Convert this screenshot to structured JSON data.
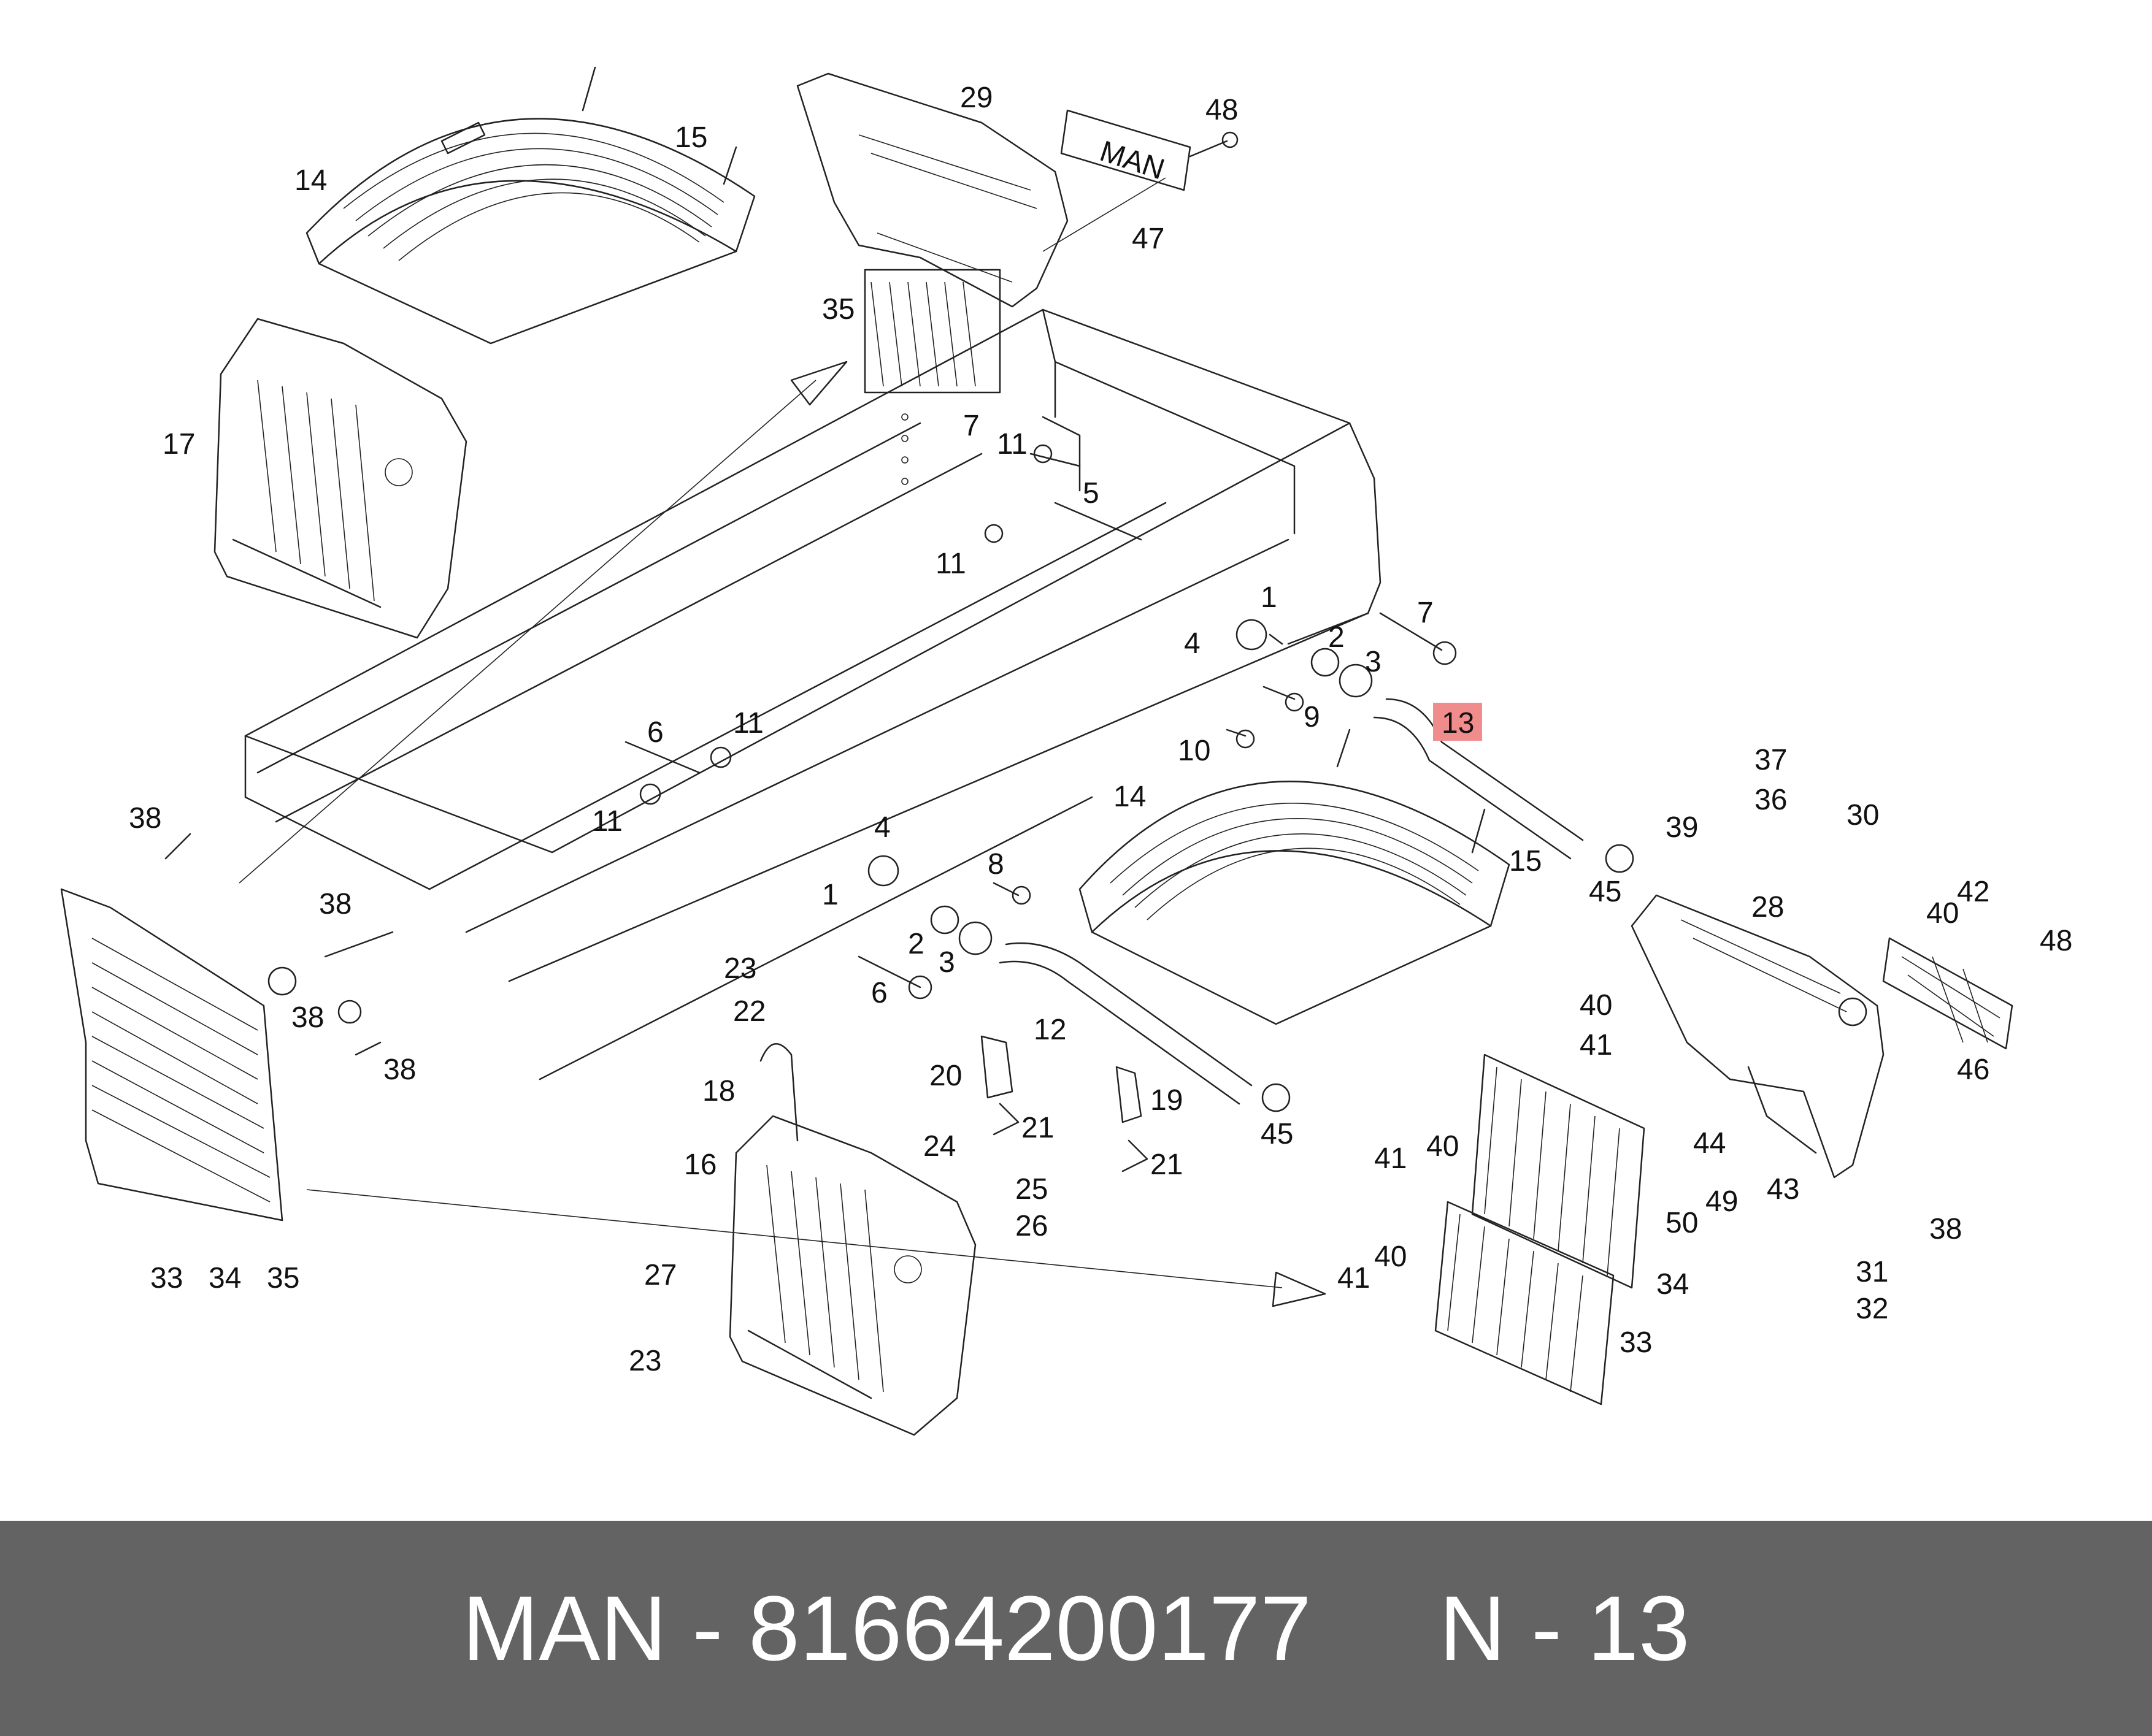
{
  "diagram": {
    "highlight_color": "#f08c8c",
    "highlighted_part": "13",
    "part_labels": [
      "29",
      "48",
      "15",
      "14",
      "47",
      "35",
      "17",
      "7",
      "11",
      "5",
      "11",
      "1",
      "7",
      "4",
      "2",
      "3",
      "9",
      "13",
      "10",
      "6",
      "11",
      "11",
      "4",
      "8",
      "14",
      "15",
      "37",
      "36",
      "30",
      "39",
      "45",
      "28",
      "40",
      "42",
      "48",
      "1",
      "2",
      "3",
      "6",
      "23",
      "22",
      "38",
      "38",
      "38",
      "38",
      "12",
      "20",
      "21",
      "19",
      "21",
      "18",
      "24",
      "16",
      "25",
      "26",
      "45",
      "40",
      "41",
      "44",
      "41",
      "40",
      "43",
      "49",
      "50",
      "46",
      "38",
      "27",
      "40",
      "41",
      "31",
      "34",
      "32",
      "33",
      "23",
      "33",
      "34",
      "35"
    ],
    "logo_plate_text": "MAN"
  },
  "footer": {
    "caption": "MAN - 81664200177     N - 13",
    "background": "#636363"
  }
}
